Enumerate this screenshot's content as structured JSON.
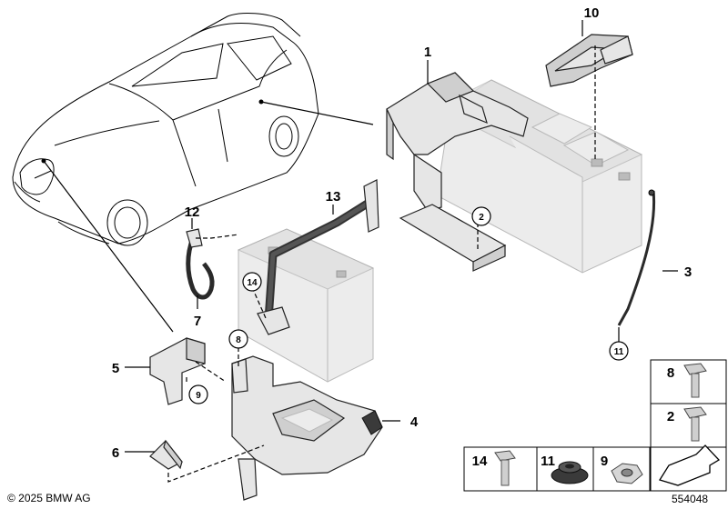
{
  "callouts": {
    "c1": "1",
    "c2": "2",
    "c3": "3",
    "c4": "4",
    "c5": "5",
    "c6": "6",
    "c7": "7",
    "c8": "8",
    "c9": "9",
    "c10": "10",
    "c11": "11",
    "c12": "12",
    "c13": "13",
    "c14": "14"
  },
  "legend": {
    "screw_8": "8",
    "screw_2": "2",
    "screw_14": "14",
    "grommet_11": "11",
    "nut_9": "9"
  },
  "footer": {
    "copyright": "© 2025 BMW AG",
    "diagram_number": "554048"
  },
  "colors": {
    "line": "#000000",
    "ghost_part": "#ececec",
    "highlight_part": "#e6e6e6"
  },
  "icons": {
    "arrow": "assembly-direction-arrow-icon"
  }
}
